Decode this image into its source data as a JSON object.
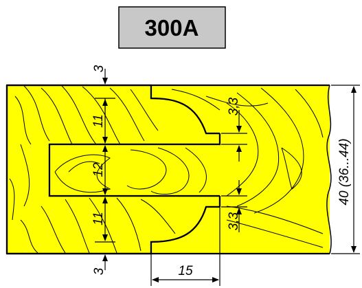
{
  "title": "300A",
  "colors": {
    "wood": "#ffff00",
    "title_box": "#c8c8c8",
    "line": "#000000"
  },
  "dimensions": {
    "top_offset": "3",
    "upper_lip": "11",
    "tongue": "12",
    "lower_lip": "11",
    "bottom_offset": "3",
    "step_upper": "3,3",
    "step_lower": "3,3",
    "depth": "15",
    "thickness": "40 (36...44)"
  }
}
